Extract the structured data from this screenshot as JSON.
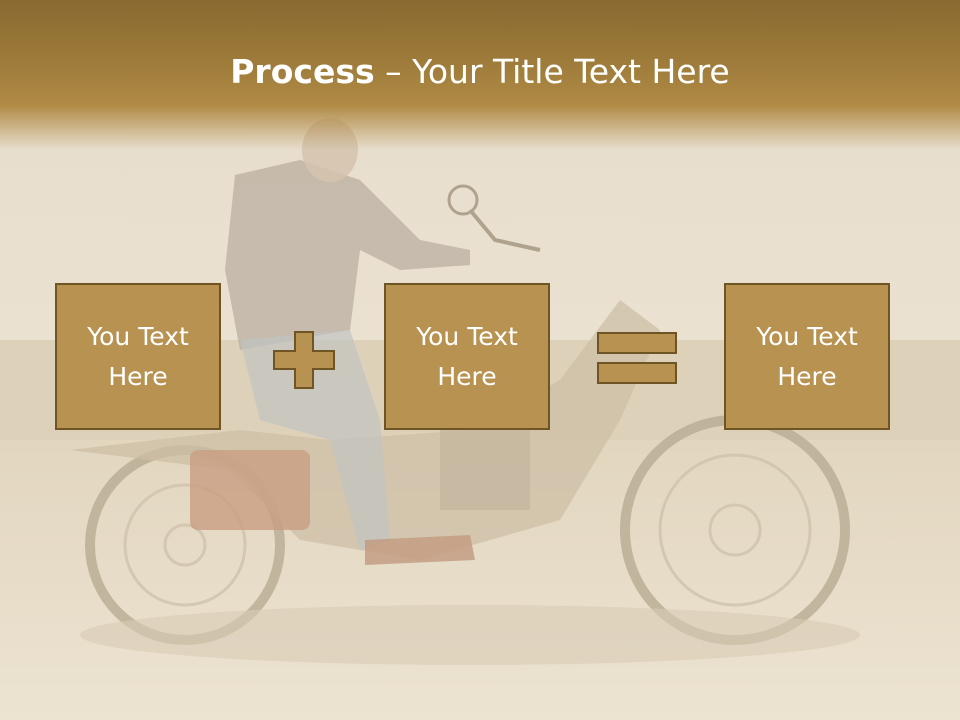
{
  "slide": {
    "title_bold": "Process",
    "title_rest": " – Your Title Text Here"
  },
  "process": {
    "boxes": [
      {
        "text": "You Text Here"
      },
      {
        "text": "You Text Here"
      },
      {
        "text": "You Text Here"
      }
    ],
    "operators": [
      "plus-icon",
      "equals-icon"
    ]
  },
  "colors": {
    "header": "#9a7838",
    "box_fill": "#b89250",
    "box_border": "#6f5424",
    "text": "#ffffff"
  }
}
